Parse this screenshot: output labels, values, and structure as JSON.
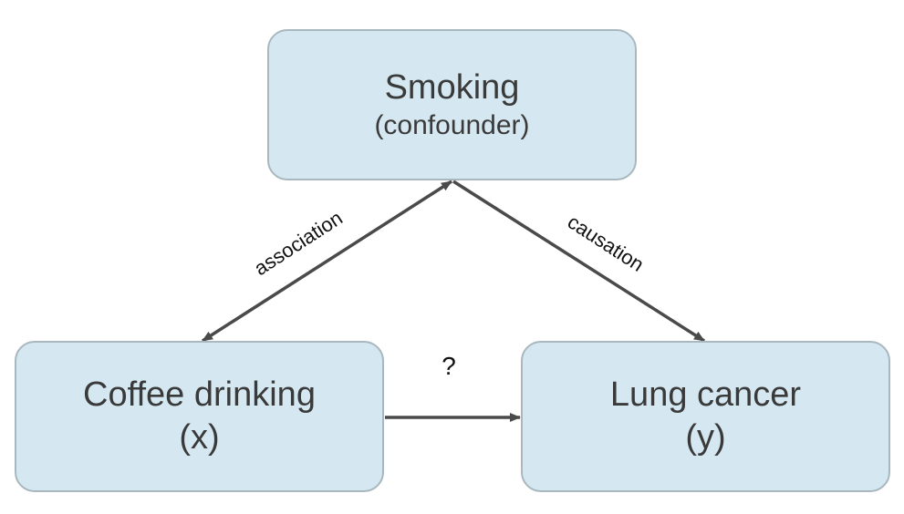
{
  "colors": {
    "node_fill": "#d5e8f2",
    "node_border": "#a9b7bf",
    "arrow": "#4a4a4a",
    "text": "#3a3a3a"
  },
  "nodes": {
    "smoking": {
      "title": "Smoking",
      "subtitle": "(confounder)"
    },
    "coffee": {
      "title": "Coffee drinking",
      "subtitle": "(x)"
    },
    "lung": {
      "title": "Lung cancer",
      "subtitle": "(y)"
    }
  },
  "edges": {
    "association": {
      "label": "association",
      "from": "Coffee drinking",
      "to": "Smoking",
      "direction": "bidirectional"
    },
    "causation": {
      "label": "causation",
      "from": "Smoking",
      "to": "Lung cancer",
      "direction": "forward"
    },
    "unknown": {
      "label": "?",
      "from": "Coffee drinking",
      "to": "Lung cancer",
      "direction": "forward"
    }
  }
}
